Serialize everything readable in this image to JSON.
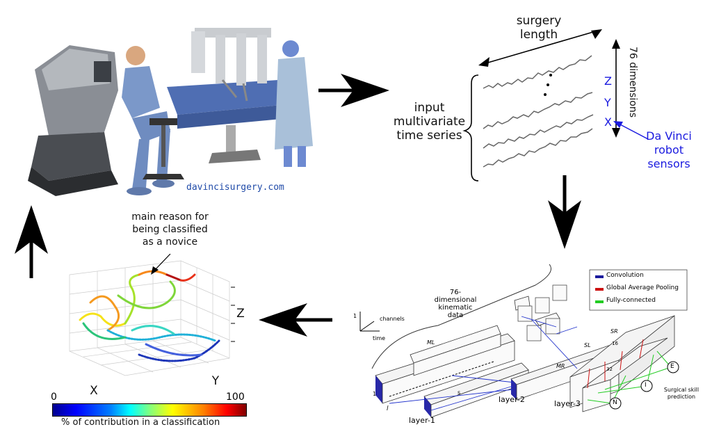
{
  "photo_credit": "davincisurgery.com",
  "time_series": {
    "top_arrow_label": "surgery length",
    "side_label": "input multivariate time series",
    "dims_label": "76 dimensions",
    "channels": [
      "Z",
      "Y",
      "X"
    ],
    "sensor_label": "Da Vinci robot sensors"
  },
  "network": {
    "legend": [
      "Convolution",
      "Global Average Pooling",
      "Fully-connected"
    ],
    "legend_colors": [
      "#1a1a9c",
      "#cc1111",
      "#22cc22"
    ],
    "input_label": "76-dimensional kinematic data",
    "axes": {
      "y": "1",
      "x": "time",
      "diag": "channels"
    },
    "layers": [
      "layer-1",
      "layer-2",
      "layer-3"
    ],
    "layer1_dims": {
      "h": "1",
      "w": "l"
    },
    "stride": "s",
    "block_labels": [
      "ML",
      "MR",
      "SL",
      "SR"
    ],
    "layer3_size": "16",
    "gap_size": "32",
    "classes": [
      "N",
      "I",
      "E"
    ],
    "output_label": "Surgical skill prediction"
  },
  "heatmap": {
    "annotation": "main reason for being classified as a novice",
    "axes": [
      "X",
      "Y",
      "Z"
    ],
    "colorbar": {
      "min": "0",
      "max": "100",
      "label": "% of contribution in a classification"
    }
  }
}
